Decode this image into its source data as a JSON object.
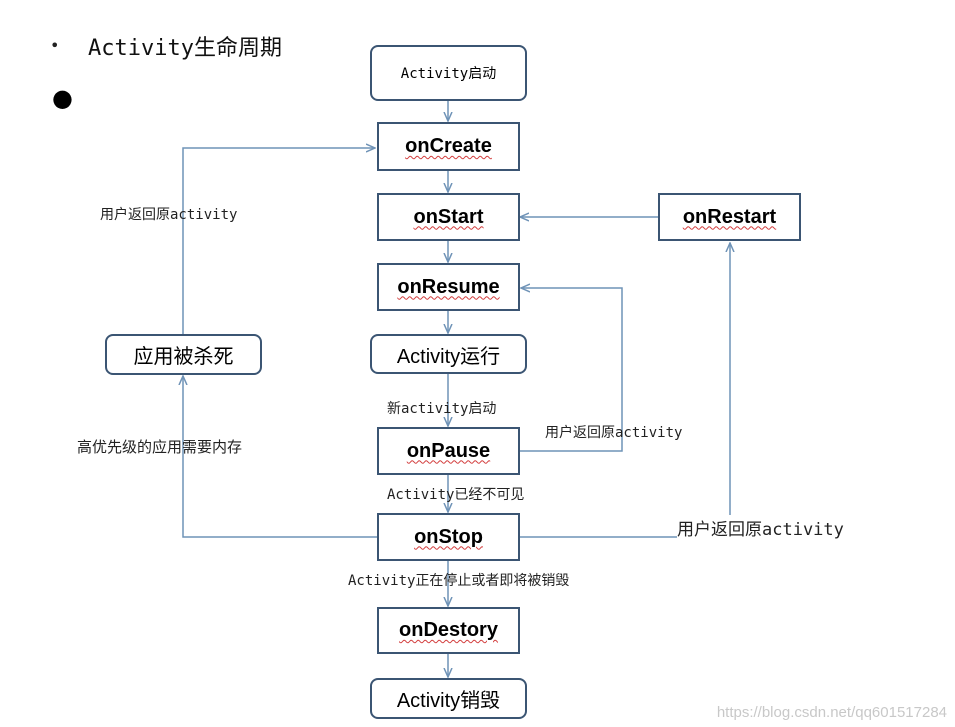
{
  "bullets": {
    "title": "Activity生命周期"
  },
  "nodes": {
    "launch": "Activity启动",
    "onCreate": "onCreate",
    "onStart": "onStart",
    "onRestart": "onRestart",
    "onResume": "onResume",
    "running": "Activity运行",
    "onPause": "onPause",
    "onStop": "onStop",
    "onDestory": "onDestory",
    "destroyed": "Activity销毁",
    "killed": "应用被杀死"
  },
  "labels": {
    "return_left": "用户返回原activity",
    "high_priority": "高优先级的应用需要内存",
    "new_activity": "新activity启动",
    "return_pause": "用户返回原activity",
    "invisible": "Activity已经不可见",
    "return_stop": "用户返回原activity",
    "stopping": "Activity正在停止或者即将被销毁"
  },
  "watermark": "https://blog.csdn.net/qq601517284",
  "colors": {
    "border": "#3b5573",
    "line": "#6f93b7",
    "squiggle": "#d23c3c"
  }
}
